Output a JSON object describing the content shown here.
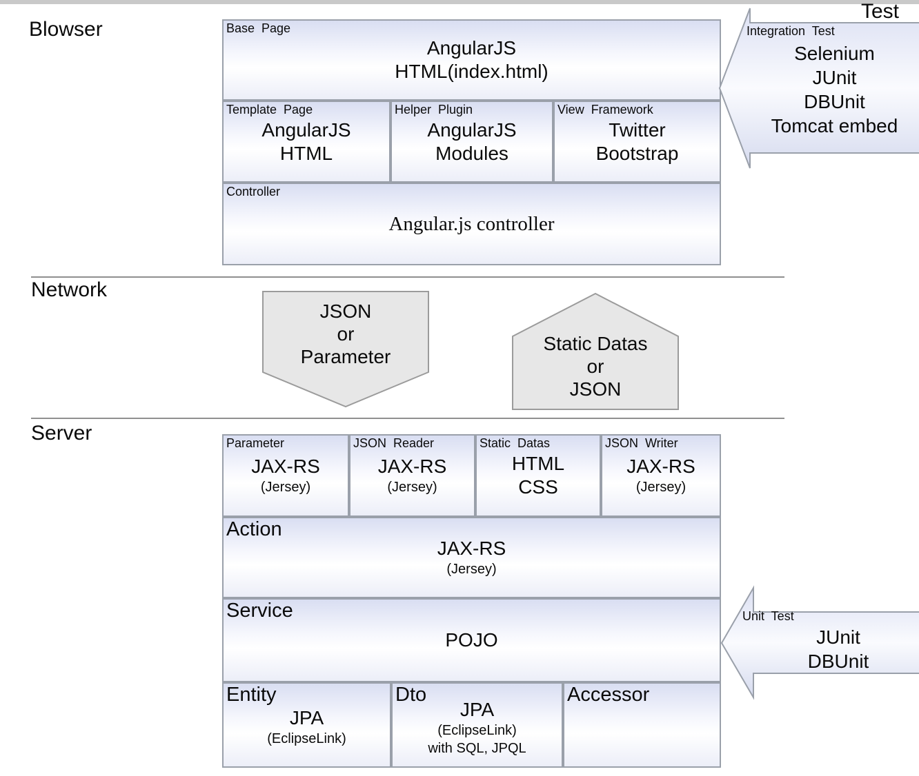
{
  "layers": {
    "browser_label": "Blowser",
    "network_label": "Network",
    "server_label": "Server"
  },
  "browser": {
    "base_page": {
      "tag": "Base Page",
      "line1": "AngularJS",
      "line2": "HTML(index.html)"
    },
    "template_page": {
      "tag": "Template Page",
      "line1": "AngularJS",
      "line2": "HTML"
    },
    "helper_plugin": {
      "tag": "Helper Plugin",
      "line1": "AngularJS",
      "line2": "Modules"
    },
    "view_framework": {
      "tag": "View Framework",
      "line1": "Twitter",
      "line2": "Bootstrap"
    },
    "controller": {
      "tag": "Controller",
      "body": "Angular.js controller"
    }
  },
  "network": {
    "request_shape": {
      "line1": "JSON",
      "line2": "or",
      "line3": "Parameter"
    },
    "response_shape": {
      "line1": "Static Datas",
      "line2": "or",
      "line3": "JSON"
    }
  },
  "server": {
    "parameter": {
      "tag": "Parameter",
      "main": "JAX-RS",
      "sub": "(Jersey)"
    },
    "json_reader": {
      "tag": "JSON Reader",
      "main": "JAX-RS",
      "sub": "(Jersey)"
    },
    "static_datas": {
      "tag": "Static Datas",
      "main": "HTML",
      "main2": "CSS"
    },
    "json_writer": {
      "tag": "JSON Writer",
      "main": "JAX-RS",
      "sub": "(Jersey)"
    },
    "action": {
      "tag": "Action",
      "main": "JAX-RS",
      "sub": "(Jersey)"
    },
    "service": {
      "tag": "Service",
      "main": "POJO"
    },
    "entity": {
      "tag": "Entity",
      "main": "JPA",
      "sub": "(EclipseLink)"
    },
    "dto": {
      "tag": "Dto",
      "main": "JPA",
      "sub": "(EclipseLink)",
      "sub2": "with SQL, JPQL"
    },
    "accessor": {
      "tag": "Accessor"
    }
  },
  "tests": {
    "title": "Test",
    "integration": {
      "tag": "Integration Test",
      "items": [
        "Selenium",
        "JUnit",
        "DBUnit",
        "Tomcat embed"
      ]
    },
    "unit": {
      "tag": "Unit Test",
      "items": [
        "JUnit",
        "DBUnit"
      ]
    }
  },
  "colors": {
    "box_border": "#9aa0aa",
    "box_gradient_top": "#d9def2",
    "pentagon_fill": "#e7e7e7",
    "divider": "#8f8f8f",
    "topbar": "#c9c9c9"
  }
}
